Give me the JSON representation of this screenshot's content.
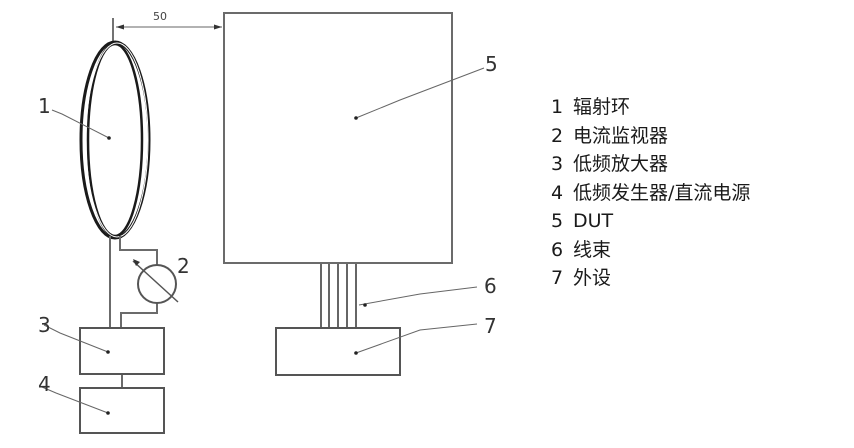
{
  "diagram": {
    "dimension_label": "50",
    "callouts": {
      "c1": "1",
      "c2": "2",
      "c3": "3",
      "c4": "4",
      "c5": "5",
      "c6": "6",
      "c7": "7"
    }
  },
  "legend": {
    "items": [
      {
        "num": "1",
        "label": "辐射环"
      },
      {
        "num": "2",
        "label": "电流监视器"
      },
      {
        "num": "3",
        "label": "低频放大器"
      },
      {
        "num": "4",
        "label": "低频发生器/直流电源"
      },
      {
        "num": "5",
        "label": "DUT"
      },
      {
        "num": "6",
        "label": "线束"
      },
      {
        "num": "7",
        "label": "外设"
      }
    ]
  },
  "colors": {
    "line": "#6b6b6b",
    "ring": "#1a1a1a",
    "text": "#1a1a1a",
    "background": "#ffffff"
  }
}
